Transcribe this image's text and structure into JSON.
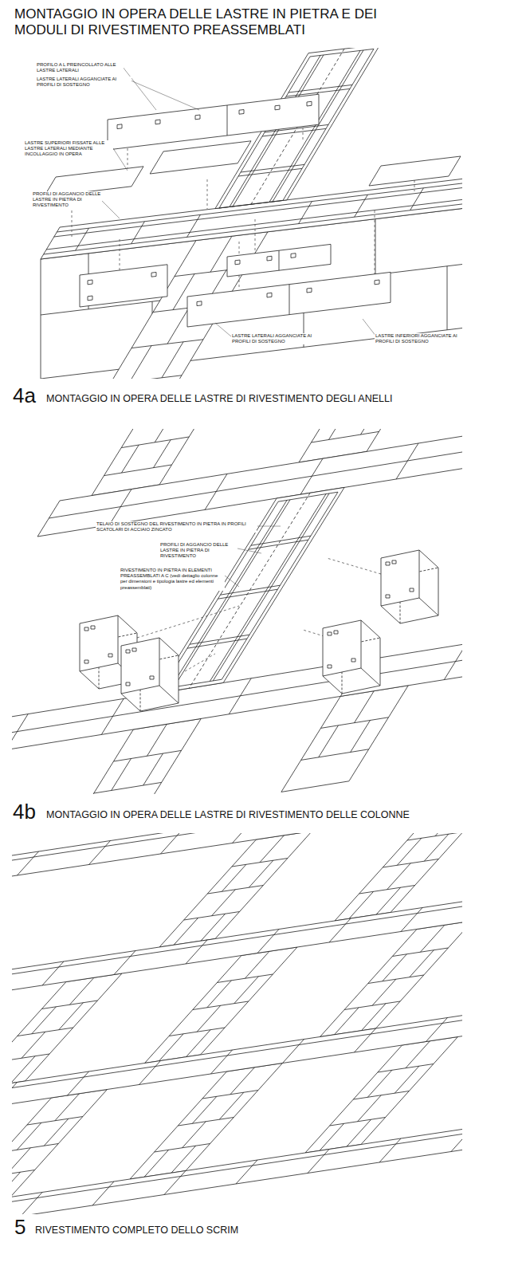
{
  "diagram": {
    "title": "MONTAGGIO IN OPERA DELLE LASTRE IN PIETRA E DEI MODULI DI RIVESTIMENTO PREASSEMBLATI",
    "labels": [
      "PROFILO A L PREINCOLLATO ALLE LASTRE LATERALI",
      "LASTRE LATERALI AGGANCIATE AI PROFILI DI SOSTEGNO",
      "LASTRE SUPERIORI FISSATE ALLE LASTRE LATERALI MEDIANTE INCOLLAGGIO IN OPERA",
      "PROFILI DI AGGANCIO DELLE LASTRE IN PIETRA DI RIVESTIMENTO",
      "LASTRE LATERALI AGGANCIATE AI PROFILI DI SOSTEGNO",
      "LASTRE INFERIORI AGGANCIATE AI PROFILI DI SOSTEGNO",
      "4a",
      "MONTAGGIO IN OPERA DELLE LASTRE DI RIVESTIMENTO DEGLI ANELLI",
      "TELAIO DI SOSTEGNO DEL RIVESTIMENTO IN PIETRA IN PROFILI SCATOLARI DI ACCIAIO ZINCATO",
      "PROFILI DI AGGANCIO DELLE LASTRE IN PIETRA DI RIVESTIMENTO",
      "RIVESTIMENTO IN PIETRA IN ELEMENTI PREASSEMBLATI A C (vedi dettaglio colonne per dimensioni e tipologia lastre ed elementi preassemblati)",
      "4b",
      "MONTAGGIO IN OPERA DELLE LASTRE DI RIVESTIMENTO DELLE COLONNE",
      "5",
      "RIVESTIMENTO COMPLETO DELLO SCRIM"
    ]
  }
}
